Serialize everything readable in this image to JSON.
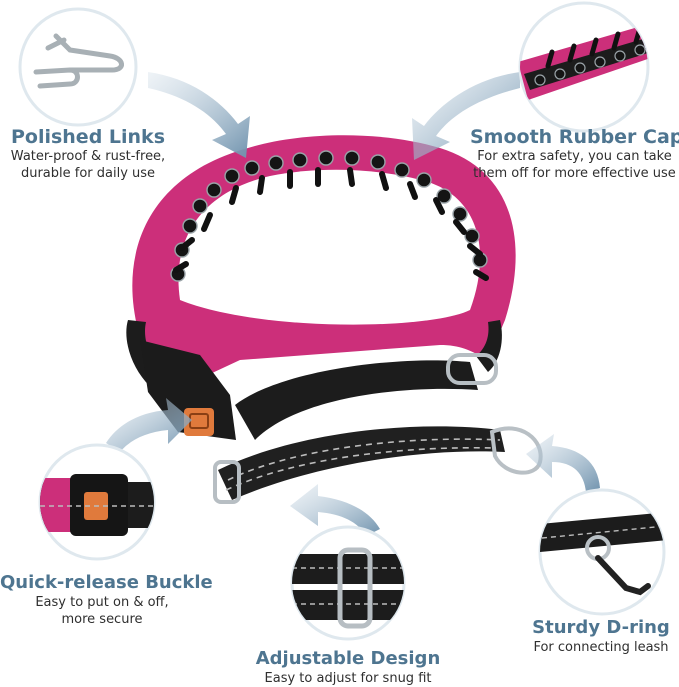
{
  "features": {
    "polished_links": {
      "title": "Polished Links",
      "desc_1": "Water-proof & rust-free,",
      "desc_2": "durable for daily use"
    },
    "rubber_caps": {
      "title": "Smooth Rubber Caps",
      "desc_1": "For extra safety, you can take",
      "desc_2": "them off for more effective use"
    },
    "buckle": {
      "title": "Quick-release Buckle",
      "desc_1": "Easy to put on & off,",
      "desc_2": "more secure"
    },
    "adjustable": {
      "title": "Adjustable Design",
      "desc_1": "Easy to adjust for snug fit"
    },
    "d_ring": {
      "title": "Sturdy D-ring",
      "desc_1": "For connecting leash"
    }
  },
  "colors": {
    "title_blue": "#4e7590",
    "collar_pink": "#cc2f7a",
    "strap_black": "#1c1c1c",
    "buckle_orange": "#e07a3c",
    "circle_border": "#dfe8ee",
    "arrow_blue": "#7b9cb5"
  }
}
